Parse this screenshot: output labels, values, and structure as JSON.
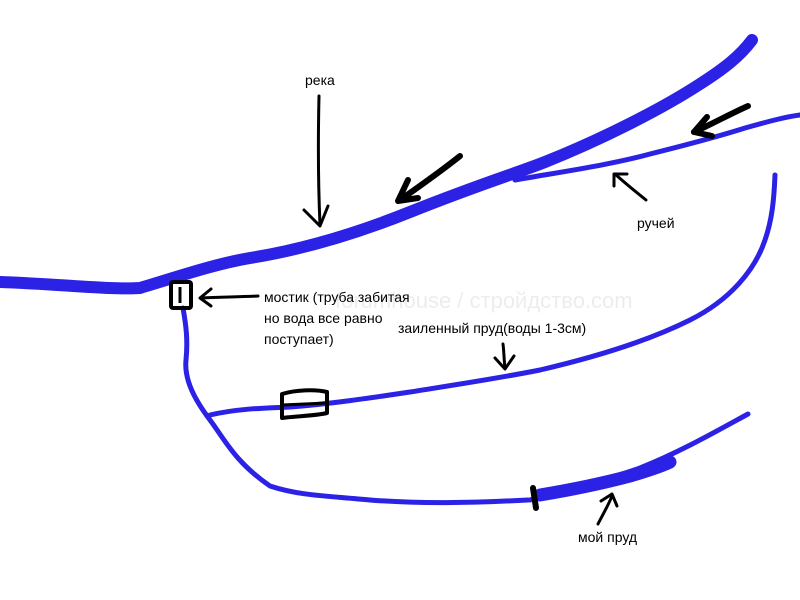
{
  "labels": {
    "river": "река",
    "stream": "ручей",
    "bridge": [
      "мостик (труба забитая",
      "но вода все равно",
      "поступает)"
    ],
    "silted_pond": "заиленный пруд(воды 1-3см)",
    "my_pond": "мой пруд"
  },
  "watermark": "forumhouse / стройдство.com",
  "colors": {
    "water": "#2b22e6",
    "ink": "#000000",
    "background": "#ffffff"
  }
}
